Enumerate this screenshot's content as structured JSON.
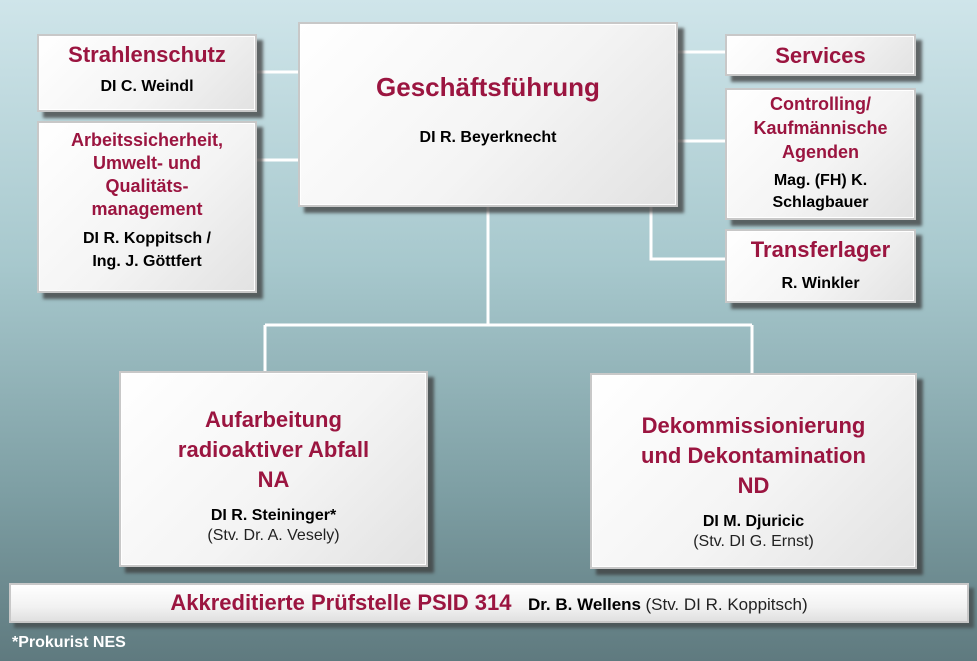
{
  "diagram": {
    "gf": {
      "title": "Geschäftsführung",
      "person": "DI R. Beyerknecht"
    },
    "strahlenschutz": {
      "title": "Strahlenschutz",
      "person": "DI C. Weindl"
    },
    "arbeitssicherheit": {
      "title_lines": [
        "Arbeitssicherheit,",
        "Umwelt- und",
        "Qualitäts-",
        "management"
      ],
      "person_lines": [
        "DI R. Koppitsch /",
        "Ing. J. Göttfert"
      ]
    },
    "services": {
      "title": "Services"
    },
    "controlling": {
      "title_lines": [
        "Controlling/",
        "Kaufmännische",
        "Agenden"
      ],
      "person_lines": [
        "Mag. (FH) K.",
        "Schlagbauer"
      ]
    },
    "transferlager": {
      "title": "Transferlager",
      "person": "R. Winkler"
    },
    "aufarbeitung": {
      "title_lines": [
        "Aufarbeitung",
        "radioaktiver Abfall",
        "NA"
      ],
      "person": "DI R. Steininger*",
      "deputy": "(Stv. Dr. A. Vesely)"
    },
    "dekommissionierung": {
      "title_lines": [
        "Dekommissionierung",
        "und Dekontamination",
        "ND"
      ],
      "person": "DI M. Djuricic",
      "deputy": "(Stv. DI G. Ernst)"
    },
    "pruefstelle": {
      "title": "Akkreditierte Prüfstelle PSID 314",
      "person": "Dr. B. Wellens",
      "deputy": "(Stv. DI R. Koppitsch)"
    },
    "footnote": "*Prokurist NES"
  }
}
